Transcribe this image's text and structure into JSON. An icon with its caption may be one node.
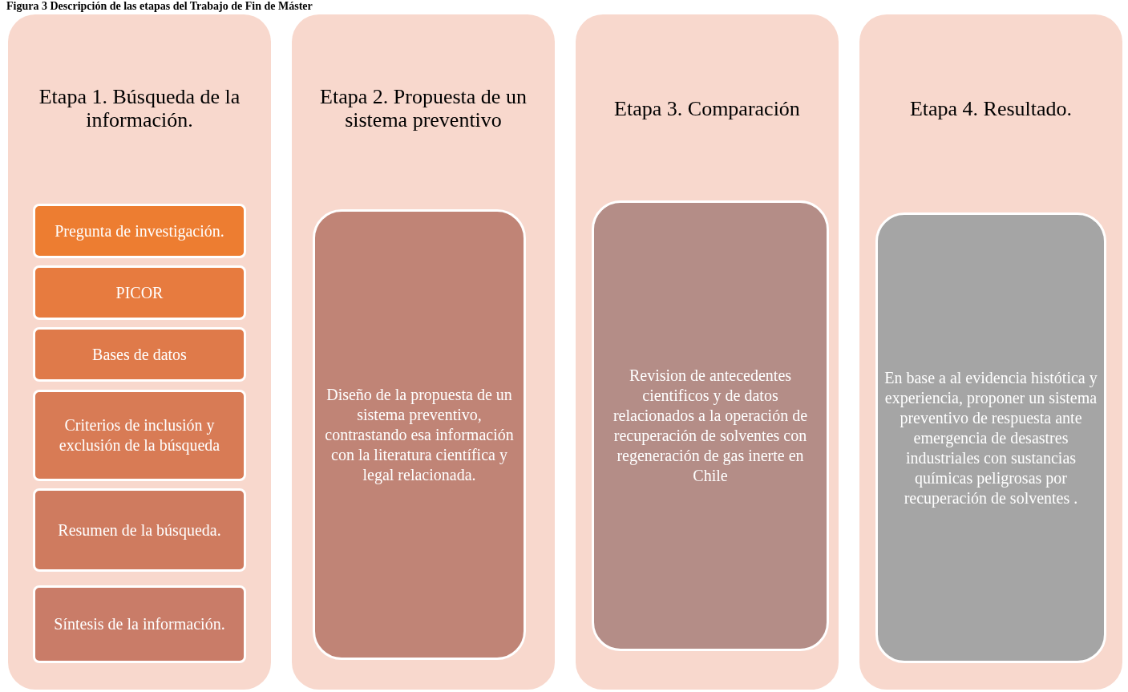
{
  "diagram": {
    "title": "Figura 3 Descripción de las etapas del Trabajo de Fin de Máster",
    "nodes": [
      {
        "text": [
          "Etapa 1. Búsqueda de la información."
        ]
      },
      {
        "text": [
          "Pregunta de investigación."
        ],
        "in": 0
      },
      {
        "text": [
          "PICOR"
        ],
        "in": 0
      },
      {
        "text": [
          "Bases de datos"
        ],
        "in": 0
      },
      {
        "text": [
          "Criterios de inclusión y exclusión de la búsqueda"
        ],
        "in": 0
      },
      {
        "text": [
          "Resumen de la búsqueda."
        ],
        "in": 0
      },
      {
        "text": [
          "Síntesis de la información."
        ],
        "in": 0
      },
      {
        "text": [
          "Etapa 2. Propuesta de un sistema preventivo"
        ]
      },
      {
        "text": [
          "Diseño de la propuesta de un sistema preventivo, contrastando esa información con la literatura científica y legal relacionada."
        ],
        "in": 7
      },
      {
        "text": [
          "Etapa 3. Comparación"
        ]
      },
      {
        "text": [
          "Revision de antecedentes cientificos y de datos relacionados a la operación de recuperación de solventes con regeneración de gas inerte en Chile"
        ],
        "in": 9
      },
      {
        "text": [
          "Etapa 4. Resultado."
        ]
      },
      {
        "text": [
          "En base a al evidencia histótica y experiencia, proponer un sistema preventivo de respuesta ante emergencia  de desastres industriales con sustancias químicas peligrosas por recuperación de solventes ."
        ],
        "in": 11
      }
    ]
  }
}
